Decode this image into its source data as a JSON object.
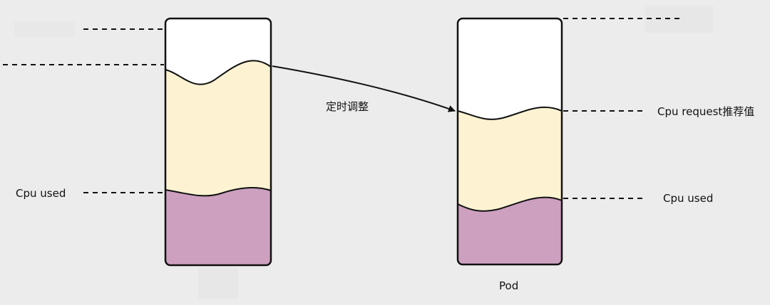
{
  "colors": {
    "background": "#ececec",
    "empty": "#ffffff",
    "request_fill": "#fdf3d3",
    "used_fill": "#cda0bf",
    "stroke": "#111111"
  },
  "left_column": {
    "used_label": "Cpu used"
  },
  "right_column": {
    "request_label": "Cpu request推荐值",
    "used_label": "Cpu used",
    "caption": "Pod"
  },
  "arrow": {
    "label": "定时调整"
  }
}
